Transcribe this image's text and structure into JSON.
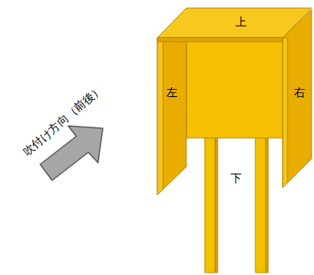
{
  "diagram": {
    "labels": [
      "上",
      "左",
      "右",
      "下",
      "吹付け方向（前後）"
    ]
  }
}
